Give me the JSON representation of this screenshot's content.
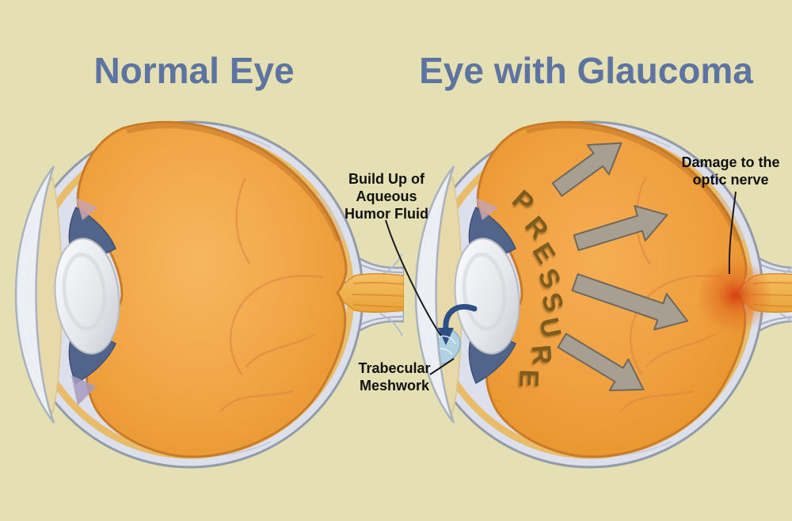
{
  "header": {
    "left_title": "Normal Eye",
    "right_title": "Eye with Glaucoma"
  },
  "annotations": {
    "build_up_lines": [
      "Build Up of",
      "Aqueous",
      "Humor Fluid"
    ],
    "trabecular_lines": [
      "Trabecular",
      "Meshwork"
    ],
    "damage_lines": [
      "Damage to the",
      "optic nerve"
    ]
  },
  "pressure_word": "PRESSURE",
  "colors": {
    "background": "#e5e0b3",
    "title_text": "#5d73a1",
    "label_text": "#101010",
    "vitreous_orange": "#f2a748",
    "vitreous_rim": "#c87b28",
    "sclera": "#dbe0ec",
    "sclera_outline": "#939aa8",
    "cornea_chamber_tan": "#e7d9a9",
    "iris_blue": "#51648a",
    "lens_white": "#eceef1",
    "optic_nerve_yellow": "#f3b24e",
    "damage_red": "#d63a10",
    "pressure_text": "#7d5c1d",
    "pressure_arrow_gray": "#a79f92",
    "pressure_arrow_outline": "#6f685d",
    "fluid_arrow_blue": "#2d4f86",
    "meshwork_fluid_blue": "#aed2e6"
  }
}
